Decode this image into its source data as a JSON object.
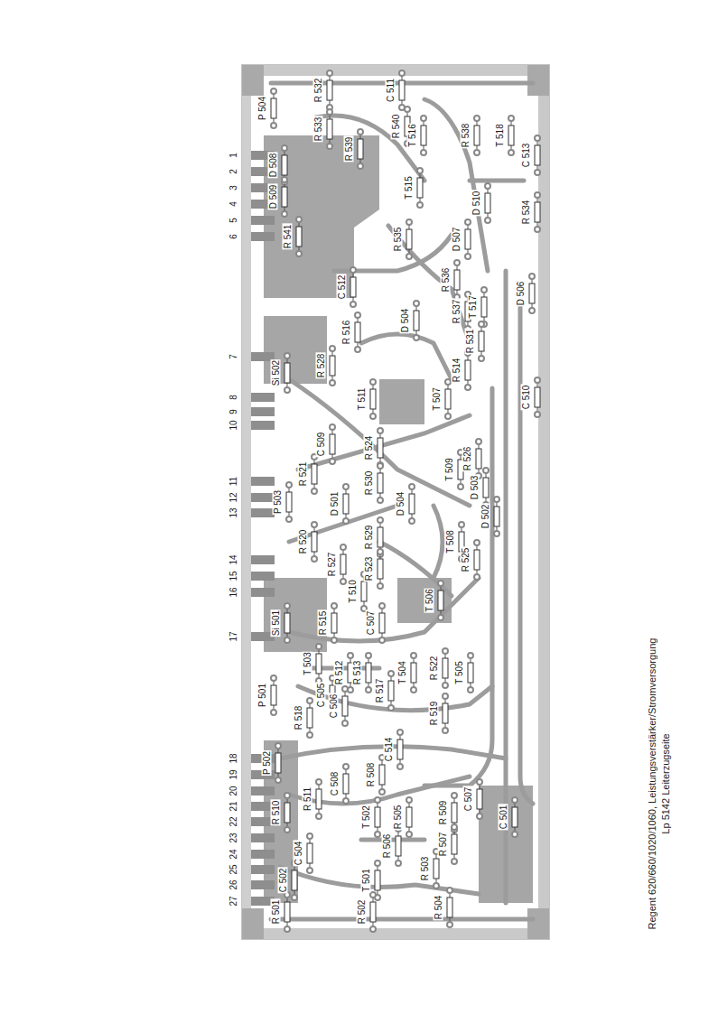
{
  "diagram": {
    "caption": "Regent 620/660/1020/1060, Leistungsverstärker/Stromversorgung",
    "labels": [
      "1",
      "2",
      "3",
      "4",
      "5",
      "6",
      "7",
      "8",
      "9",
      "10",
      "11",
      "12",
      "13",
      "14",
      "15",
      "16",
      "17",
      "18",
      "19",
      "20",
      "21",
      "22",
      "23",
      "24",
      "25",
      "26",
      "27",
      "P 504",
      "R 532",
      "C 511",
      "R 533",
      "R 540",
      "R 539",
      "T 516",
      "R 538",
      "T 518",
      "C 513",
      "D 508",
      "D 509",
      "T 515",
      "D 510",
      "R 534",
      "R 541",
      "R 535",
      "D 507",
      "R 536",
      "R 537",
      "T 517",
      "D 506",
      "C 512",
      "R 516",
      "D 504",
      "R 531",
      "Si 502",
      "R 528",
      "R 514",
      "T 511",
      "T 507",
      "C 510",
      "C 509",
      "R 524",
      "R 521",
      "R 530",
      "D 501",
      "D 504",
      "T 509",
      "R 526",
      "D 503",
      "D 502",
      "P 503",
      "R 520",
      "R 529",
      "T 508",
      "R 525",
      "R 527",
      "R 523",
      "T 510",
      "T 506",
      "Si 501",
      "R 515",
      "C 507",
      "T 503",
      "R 512",
      "R 513",
      "T 504",
      "R 522",
      "T 505",
      "P 501",
      "C 505",
      "C 506",
      "R 517",
      "R 518",
      "R 519",
      "C 514",
      "P 502",
      "R 508",
      "C 508",
      "R 510",
      "R 511",
      "R 505",
      "R 509",
      "C 507",
      "C 501",
      "T 502",
      "R 506",
      "C 504",
      "R 503",
      "T 501",
      "R 507",
      "C 502",
      "R 502",
      "R 504",
      "R 501",
      "Lp 5142 Leiterzugseite"
    ]
  }
}
